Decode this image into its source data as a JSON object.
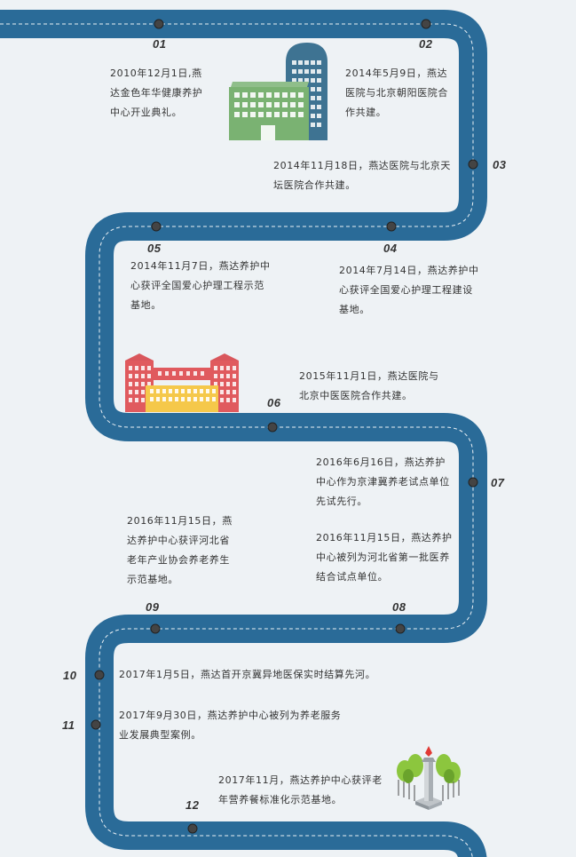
{
  "milestones": [
    {
      "num": "01",
      "text": "2010年12月1日,燕达金色年华健康养护中心开业典礼。"
    },
    {
      "num": "02",
      "text": "2014年5月9日，燕达医院与北京朝阳医院合作共建。"
    },
    {
      "num": "03",
      "text": "2014年11月18日，燕达医院与北京天坛医院合作共建。"
    },
    {
      "num": "04",
      "text": "2014年7月14日，燕达养护中心获评全国爱心护理工程建设基地。"
    },
    {
      "num": "05",
      "text": "2014年11月7日，燕达养护中心获评全国爱心护理工程示范基地。"
    },
    {
      "num": "06",
      "text": "2015年11月1日，燕达医院与北京中医医院合作共建。"
    },
    {
      "num": "07",
      "text": "2016年6月16日，燕达养护中心作为京津冀养老试点单位先试先行。",
      "text2": "2016年11月15日，燕达养护中心被列为河北省第一批医养结合试点单位。"
    },
    {
      "num": "08",
      "text": ""
    },
    {
      "num": "09",
      "text": "2016年11月15日，燕达养护中心获评河北省老年产业协会养老养生示范基地。"
    },
    {
      "num": "10",
      "text": "2017年1月5日，燕达首开京冀异地医保实时结算先河。"
    },
    {
      "num": "11",
      "text": "2017年9月30日，燕达养护中心被列为养老服务业发展典型案例。"
    },
    {
      "num": "12",
      "text": "2017年11月，燕达养护中心获评老年营养餐标准化示范基地。"
    }
  ],
  "colors": {
    "road": "#2a6b98",
    "dash": "#ffffff",
    "marker": "#454545",
    "text": "#333333"
  },
  "icons": {
    "building1": "hospital-building-icon",
    "building2": "care-center-building-icon",
    "monument": "monument-icon"
  }
}
